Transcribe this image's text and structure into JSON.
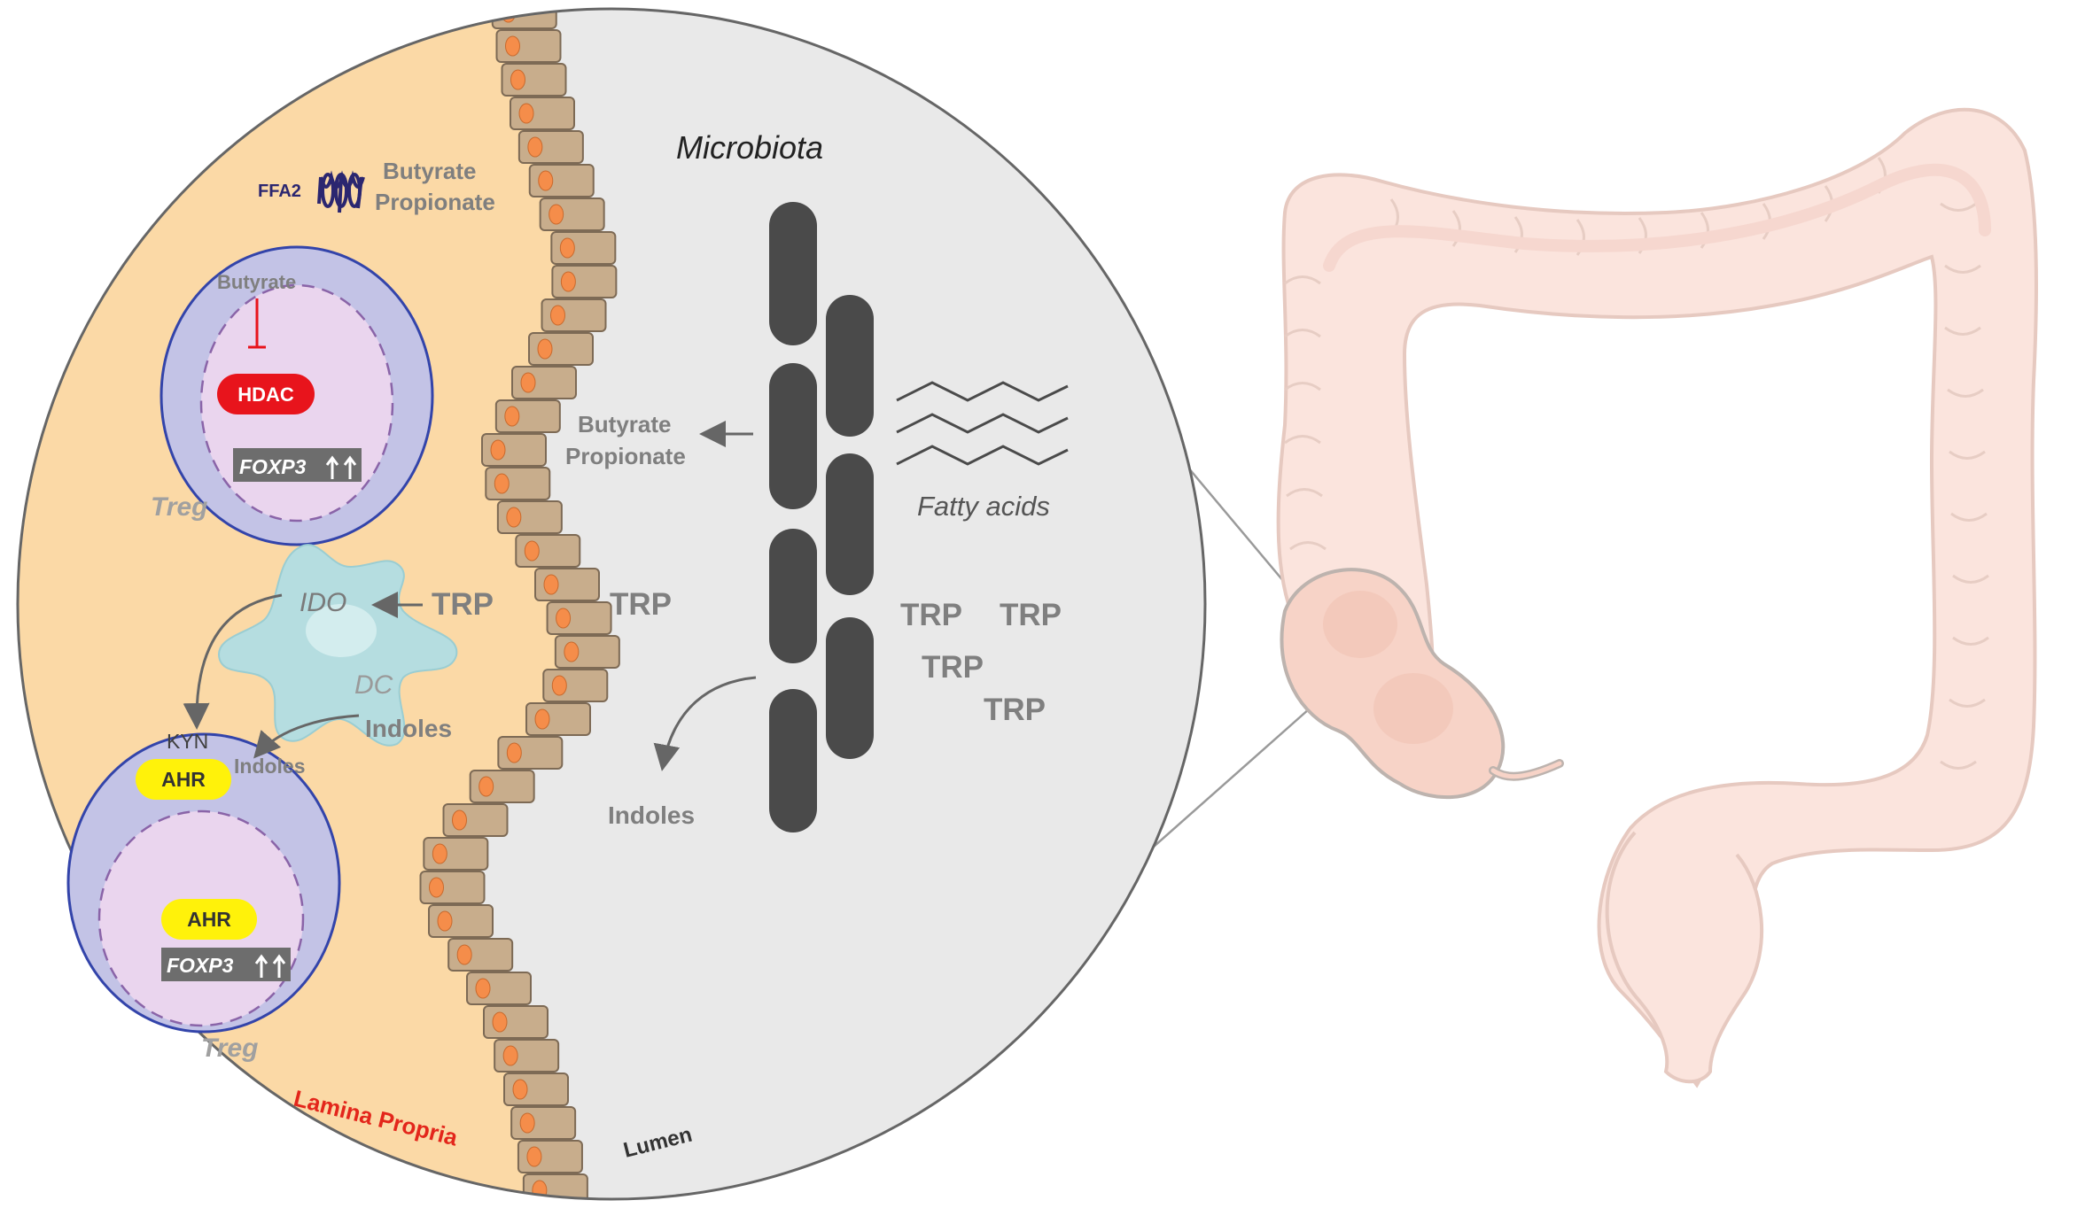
{
  "labels": {
    "microbiota": "Microbiota",
    "ffa2": "FFA2",
    "butyrate_top": "Butyrate",
    "propionate_top": "Propionate",
    "butyrate_cell": "Butyrate",
    "hdac": "HDAC",
    "foxp3_top": "FOXP3",
    "treg_top": "Treg",
    "butyrate_mid": "Butyrate",
    "propionate_mid": "Propionate",
    "fatty_acids": "Fatty acids",
    "ido": "IDO",
    "trp_dc": "TRP",
    "trp_epi": "TRP",
    "dc": "DC",
    "trp_1": "TRP",
    "trp_2": "TRP",
    "trp_3": "TRP",
    "trp_4": "TRP",
    "kyn": "KYN",
    "indoles_top": "Indoles",
    "indoles_cell": "Indoles",
    "indoles_lumen": "Indoles",
    "ahr_membrane": "AHR",
    "ahr_nucleus": "AHR",
    "foxp3_bottom": "FOXP3",
    "treg_bottom": "Treg",
    "lamina_propria": "Lamina Propria",
    "lumen": "Lumen"
  },
  "colors": {
    "lamina": "#fbd9a6",
    "lumen": "#e9e9e9",
    "cell": "#c3c3e6",
    "nucleus": "#ead5ee",
    "epithelium": "#c8ad8c",
    "epi_nucleus": "#f58d4a",
    "bacteria": "#4a4a4a",
    "hdac": "#e8141c",
    "ahr": "#fff20a",
    "dc": "#b5dde0",
    "red_label": "#e3261b",
    "colon": "#fbe3dc"
  }
}
